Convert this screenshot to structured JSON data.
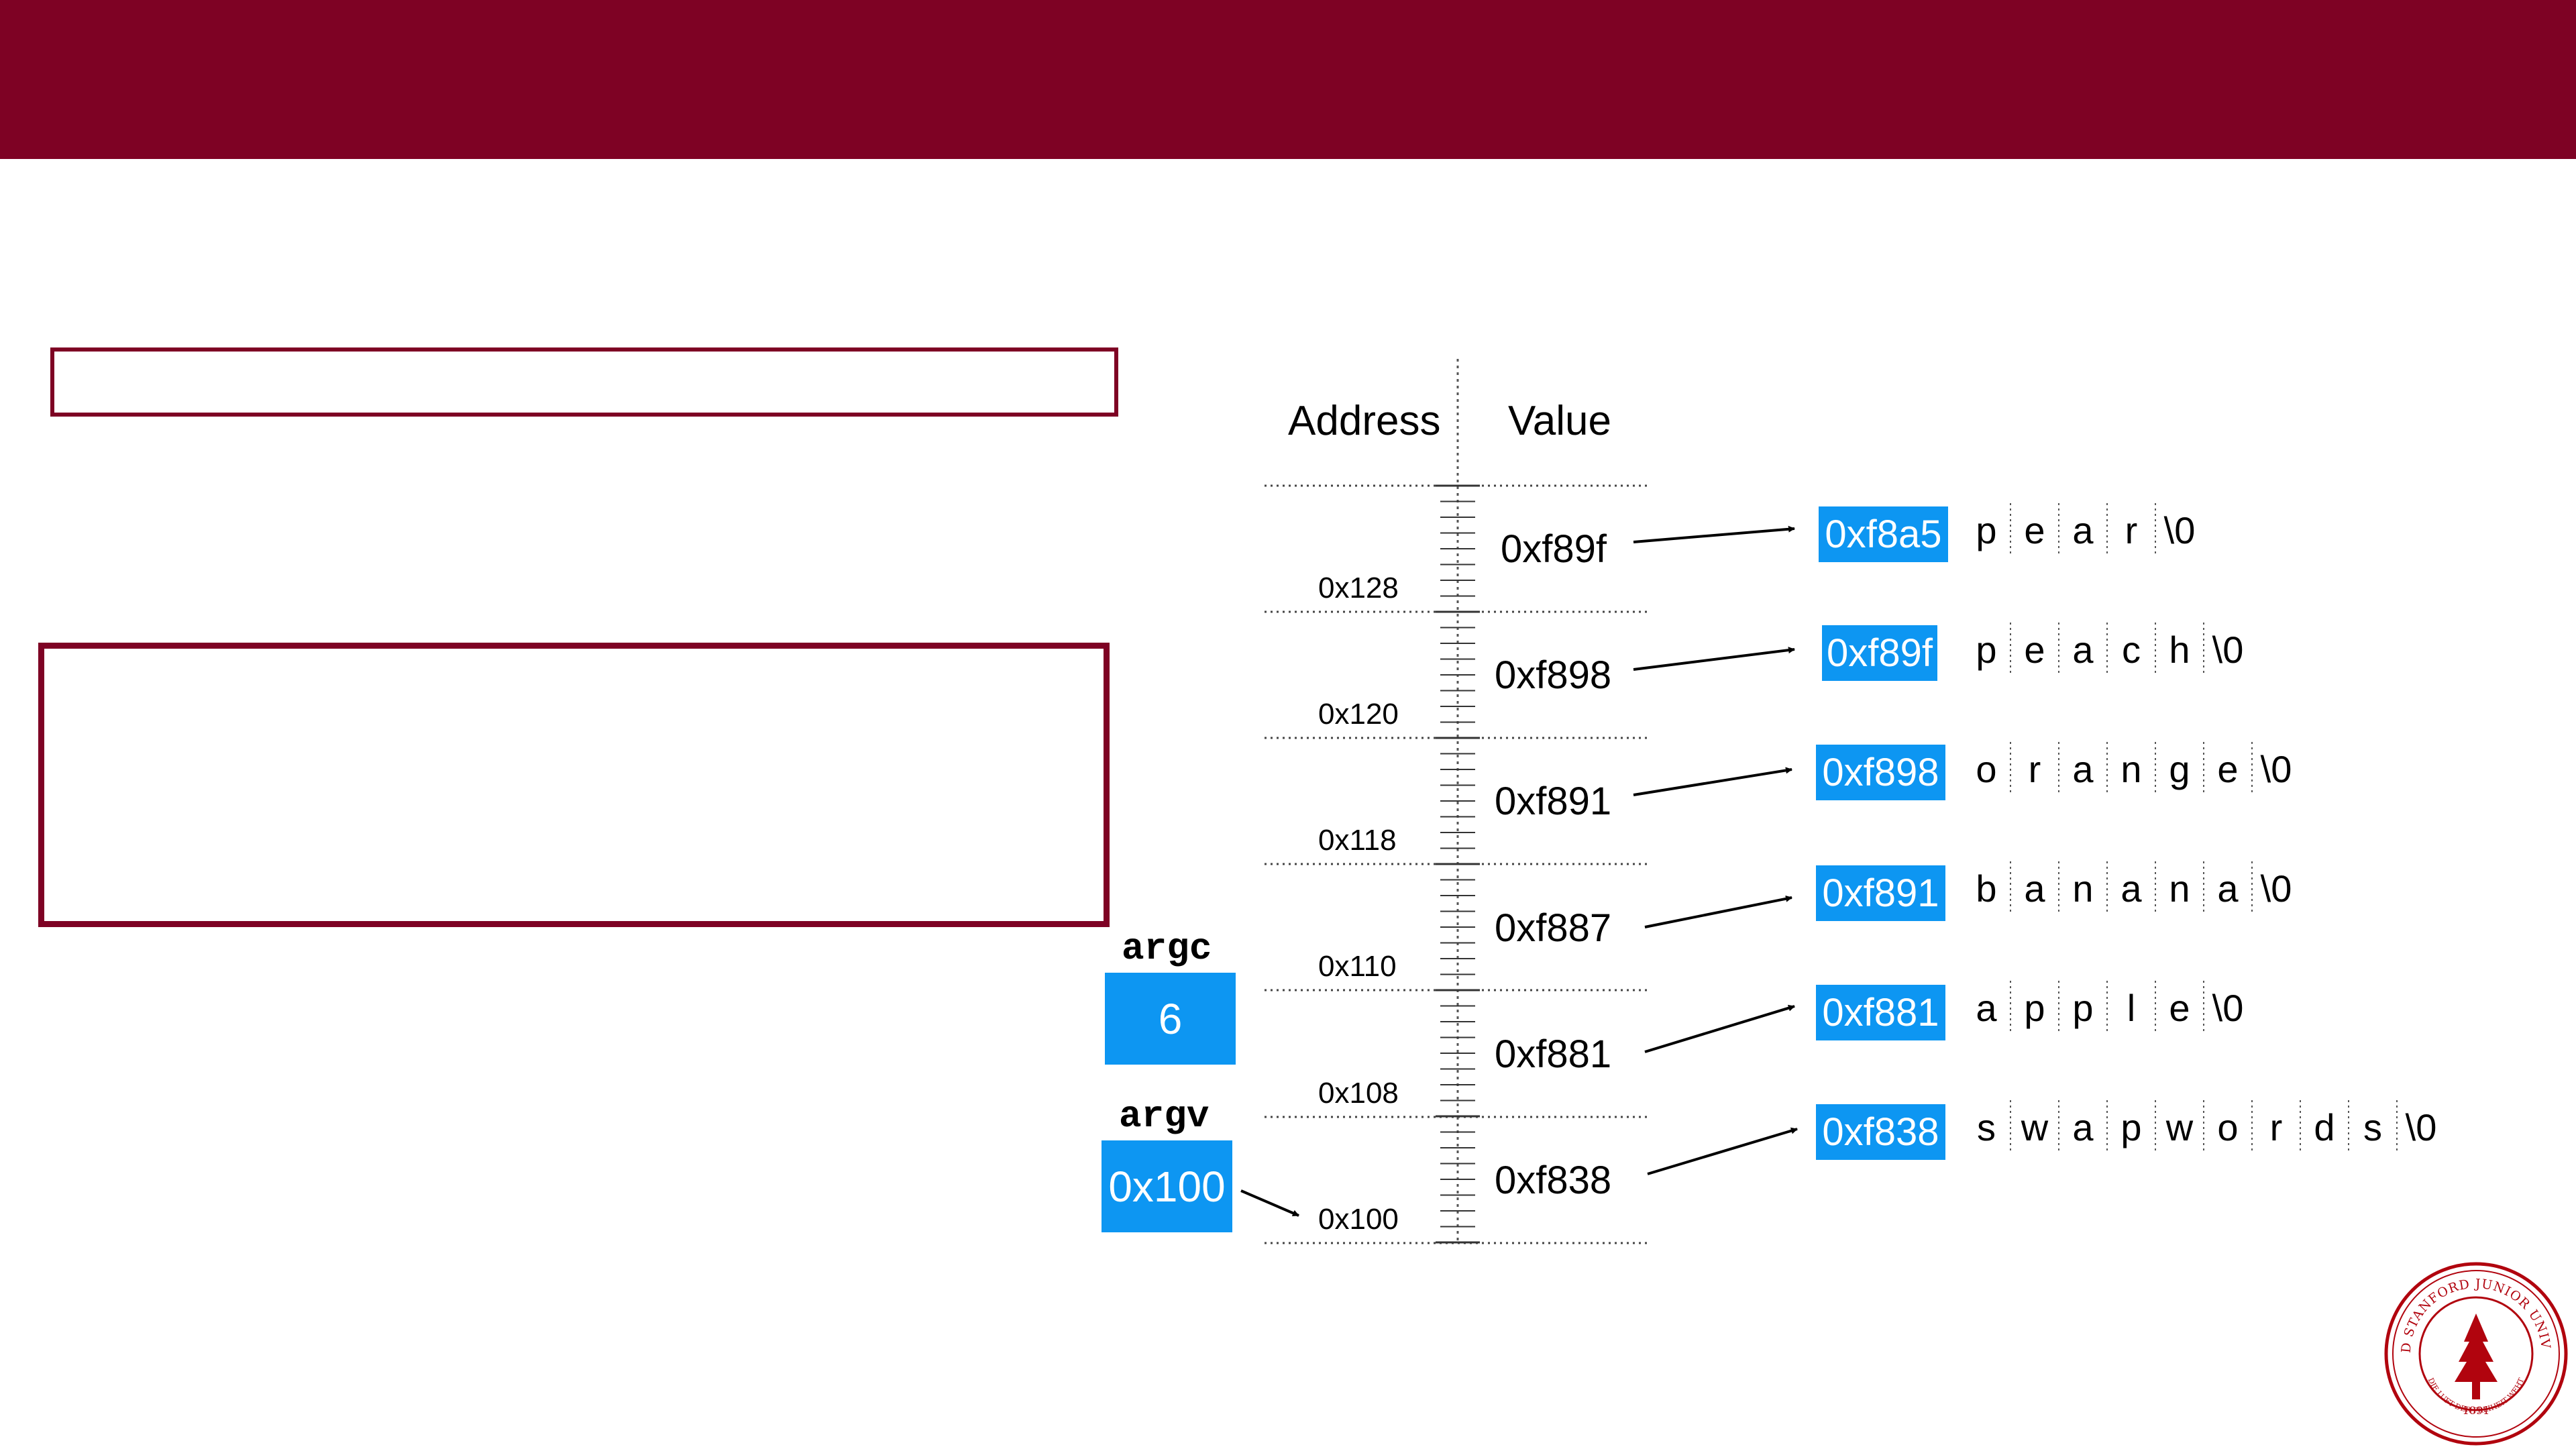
{
  "table": {
    "address_header": "Address",
    "value_header": "Value",
    "rows": [
      {
        "address": "0x128",
        "value": "0xf89f"
      },
      {
        "address": "0x120",
        "value": "0xf898"
      },
      {
        "address": "0x118",
        "value": "0xf891"
      },
      {
        "address": "0x110",
        "value": "0xf887"
      },
      {
        "address": "0x108",
        "value": "0xf881"
      },
      {
        "address": "0x100",
        "value": "0xf838"
      }
    ]
  },
  "variables": {
    "argc": {
      "label": "argc",
      "value": "6"
    },
    "argv": {
      "label": "argv",
      "value": "0x100"
    }
  },
  "strings": [
    {
      "address": "0xf8a5",
      "chars": [
        "p",
        "e",
        "a",
        "r",
        "\\0"
      ]
    },
    {
      "address": "0xf89f",
      "chars": [
        "p",
        "e",
        "a",
        "c",
        "h",
        "\\0"
      ]
    },
    {
      "address": "0xf898",
      "chars": [
        "o",
        "r",
        "a",
        "n",
        "g",
        "e",
        "\\0"
      ]
    },
    {
      "address": "0xf891",
      "chars": [
        "b",
        "a",
        "n",
        "a",
        "n",
        "a",
        "\\0"
      ]
    },
    {
      "address": "0xf881",
      "chars": [
        "a",
        "p",
        "p",
        "l",
        "e",
        "\\0"
      ]
    },
    {
      "address": "0xf838",
      "chars": [
        "s",
        "w",
        "a",
        "p",
        "w",
        "o",
        "r",
        "d",
        "s",
        "\\0"
      ]
    }
  ],
  "seal": {
    "text": "LELAND STANFORD JUNIOR UNIVERSITY",
    "motto": "DIE LUFT DER FREIHEIT WEHT",
    "year": "1891",
    "color": "#b1040e"
  },
  "colors": {
    "header": "#7e0224",
    "accent_blue": "#0d96f2"
  }
}
